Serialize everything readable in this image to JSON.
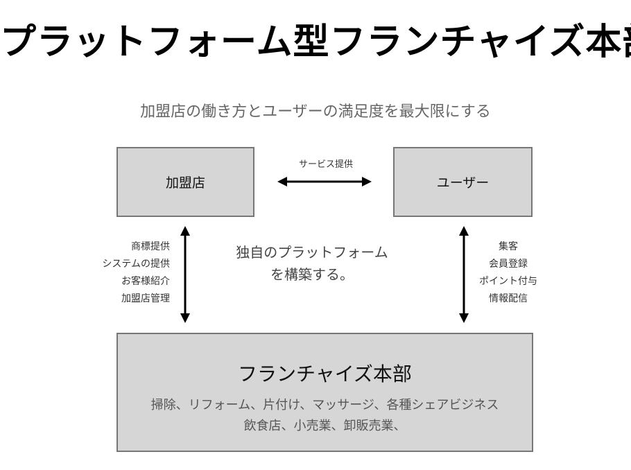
{
  "title": "プラットフォーム型フランチャイズ本部",
  "subtitle": "加盟店の働き方とユーザーの満足度を最大限にする",
  "nodes": {
    "kameiten": "加盟店",
    "user": "ユーザー",
    "hq": {
      "title": "フランチャイズ本部",
      "line1": "掃除、リフォーム、片付け、マッサージ、各種シェアビジネス",
      "line2": "飲食店、小売業、卸販売業、"
    }
  },
  "edges": {
    "service": "サービス提供",
    "left": [
      "商標提供",
      "システムの提供",
      "お客様紹介",
      "加盟店管理"
    ],
    "right": [
      "集客",
      "会員登録",
      "ポイント付与",
      "情報配信"
    ]
  },
  "center_text": {
    "line1": "独自のプラットフォーム",
    "line2": "を構築する。"
  },
  "colors": {
    "box_fill": "#d6d6d6",
    "box_border": "#777777",
    "arrow": "#000000"
  }
}
